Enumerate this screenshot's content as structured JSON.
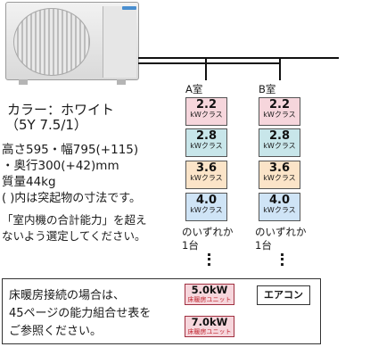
{
  "unit_spec": {
    "color_label": "カラー：ホワイト",
    "color_code": "（5Y 7.5/1）",
    "dimensions_line1": "高さ595・幅795(+115)",
    "dimensions_line2": "・奥行300(+42)mm",
    "weight": "質量44kg",
    "protrusion_note": "( )内は突起物の寸法です。",
    "selection_note_line1": "「室内機の合計能力」を超え",
    "selection_note_line2": "ないよう選定してください。"
  },
  "rooms": [
    {
      "label": "A室",
      "options": [
        {
          "capacity": "2.2",
          "class": "kWクラス"
        },
        {
          "capacity": "2.8",
          "class": "kWクラス"
        },
        {
          "capacity": "3.6",
          "class": "kWクラス"
        },
        {
          "capacity": "4.0",
          "class": "kWクラス"
        }
      ],
      "choice_line1": "のいずれか",
      "choice_line2": "1台"
    },
    {
      "label": "B室",
      "options": [
        {
          "capacity": "2.2",
          "class": "kWクラス"
        },
        {
          "capacity": "2.8",
          "class": "kWクラス"
        },
        {
          "capacity": "3.6",
          "class": "kWクラス"
        },
        {
          "capacity": "4.0",
          "class": "kWクラス"
        }
      ],
      "choice_line1": "のいずれか",
      "choice_line2": "1台"
    }
  ],
  "floor_heating": {
    "note_line1": "床暖房接続の場合は、",
    "note_line2": "45ページの能力組合せ表を",
    "note_line3": "ご参照ください。",
    "units": [
      {
        "capacity": "5.0kW",
        "label": "床暖房ユニット"
      },
      {
        "capacity": "7.0kW",
        "label": "床暖房ユニット"
      }
    ],
    "aircon_label": "エアコン"
  }
}
